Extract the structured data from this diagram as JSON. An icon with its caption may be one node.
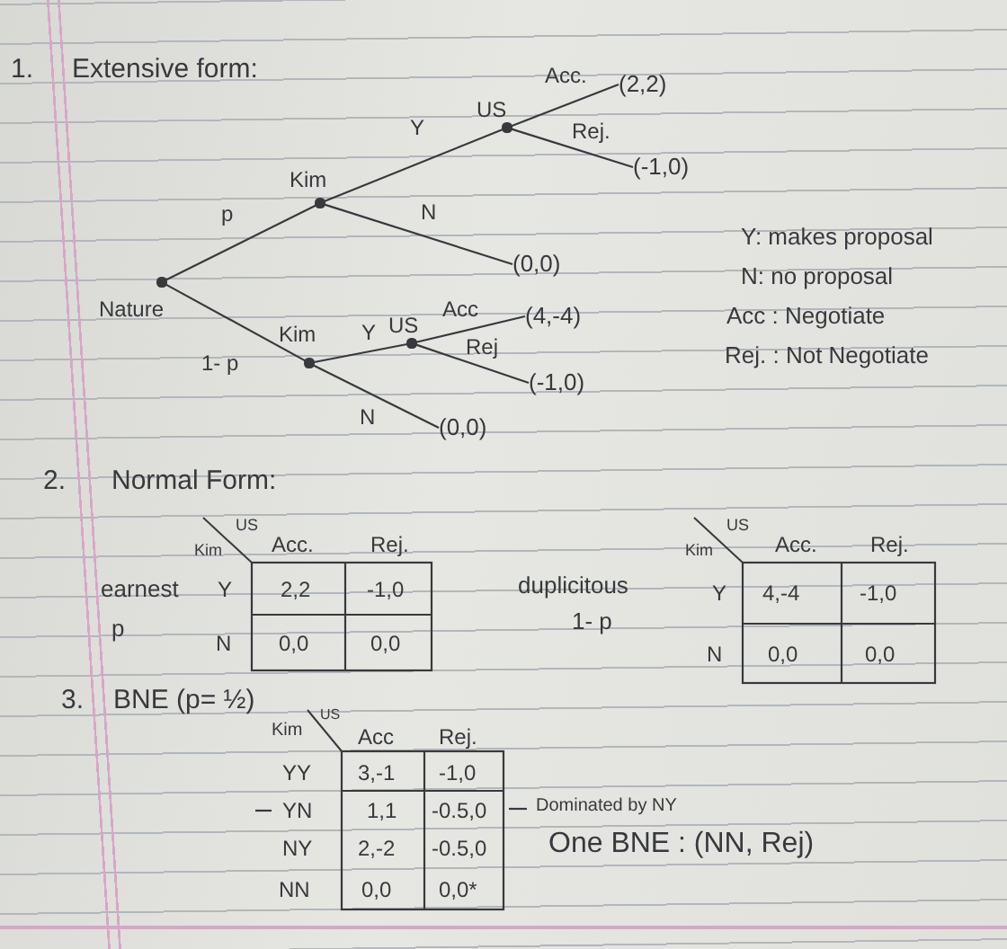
{
  "diagram": {
    "nodes": [
      {
        "text": [],
        "shape": "circle",
        "beside": [
          "Nature"
        ]
      },
      {
        "text": [],
        "shape": "circle",
        "beside": [
          "Kim"
        ]
      },
      {
        "text": [],
        "shape": "circle",
        "beside": [
          "US"
        ]
      },
      {
        "text": [
          "(2,2)"
        ]
      },
      {
        "text": [
          "(-1,0)"
        ]
      },
      {
        "text": [
          "(0,0)"
        ]
      },
      {
        "text": [],
        "shape": "circle",
        "beside": [
          "Kim"
        ]
      },
      {
        "text": [],
        "shape": "circle",
        "beside": [
          "US"
        ]
      },
      {
        "text": [
          "(4,-4)"
        ]
      },
      {
        "text": [
          "(-1,0)"
        ]
      },
      {
        "text": [
          "(0,0)"
        ]
      }
    ],
    "edges": [
      {
        "from": 0,
        "to": 1,
        "arrow": "none",
        "label": "p"
      },
      {
        "from": 1,
        "to": 2,
        "arrow": "none",
        "label": "Y"
      },
      {
        "from": 2,
        "to": 3,
        "arrow": "none",
        "label": "Acc."
      },
      {
        "from": 2,
        "to": 4,
        "arrow": "none",
        "label": "Rej."
      },
      {
        "from": 1,
        "to": 5,
        "arrow": "none",
        "label": "N"
      },
      {
        "from": 0,
        "to": 6,
        "arrow": "none",
        "label": "1- p"
      },
      {
        "from": 6,
        "to": 7,
        "arrow": "none",
        "label": "Y"
      },
      {
        "from": 7,
        "to": 8,
        "arrow": "none",
        "label": "Acc"
      },
      {
        "from": 7,
        "to": 9,
        "arrow": "none",
        "label": "Rej"
      },
      {
        "from": 6,
        "to": 10,
        "arrow": "none",
        "label": "N"
      }
    ],
    "labels": [
      "1.",
      "Extensive form:",
      "Y: makes proposal",
      "N: no proposal",
      "Acc : Negotiate",
      "Rej. : Not Negotiate",
      "2.",
      "Normal Form:",
      "Kim",
      "US",
      "Acc.",
      "Rej.",
      "earnest",
      "Y",
      "2,2",
      "-1,0",
      "p",
      "N",
      "0,0",
      "0,0",
      "Kim",
      "US",
      "Acc.",
      "Rej.",
      "duplicitous",
      "Y",
      "4,-4",
      "-1,0",
      "1- p",
      "N",
      "0,0",
      "0,0",
      "3.",
      "BNE (p= ½)",
      "Kim",
      "US",
      "Acc",
      "Rej.",
      "YY",
      "3,-1",
      "-1,0",
      "YN",
      "1,1",
      "-0.5,0",
      "NY",
      "2,-2",
      "-0.5,0",
      "NN",
      "0,0",
      "0,0*",
      "Dominated by NY",
      "One BNE : (NN, Rej)"
    ]
  }
}
